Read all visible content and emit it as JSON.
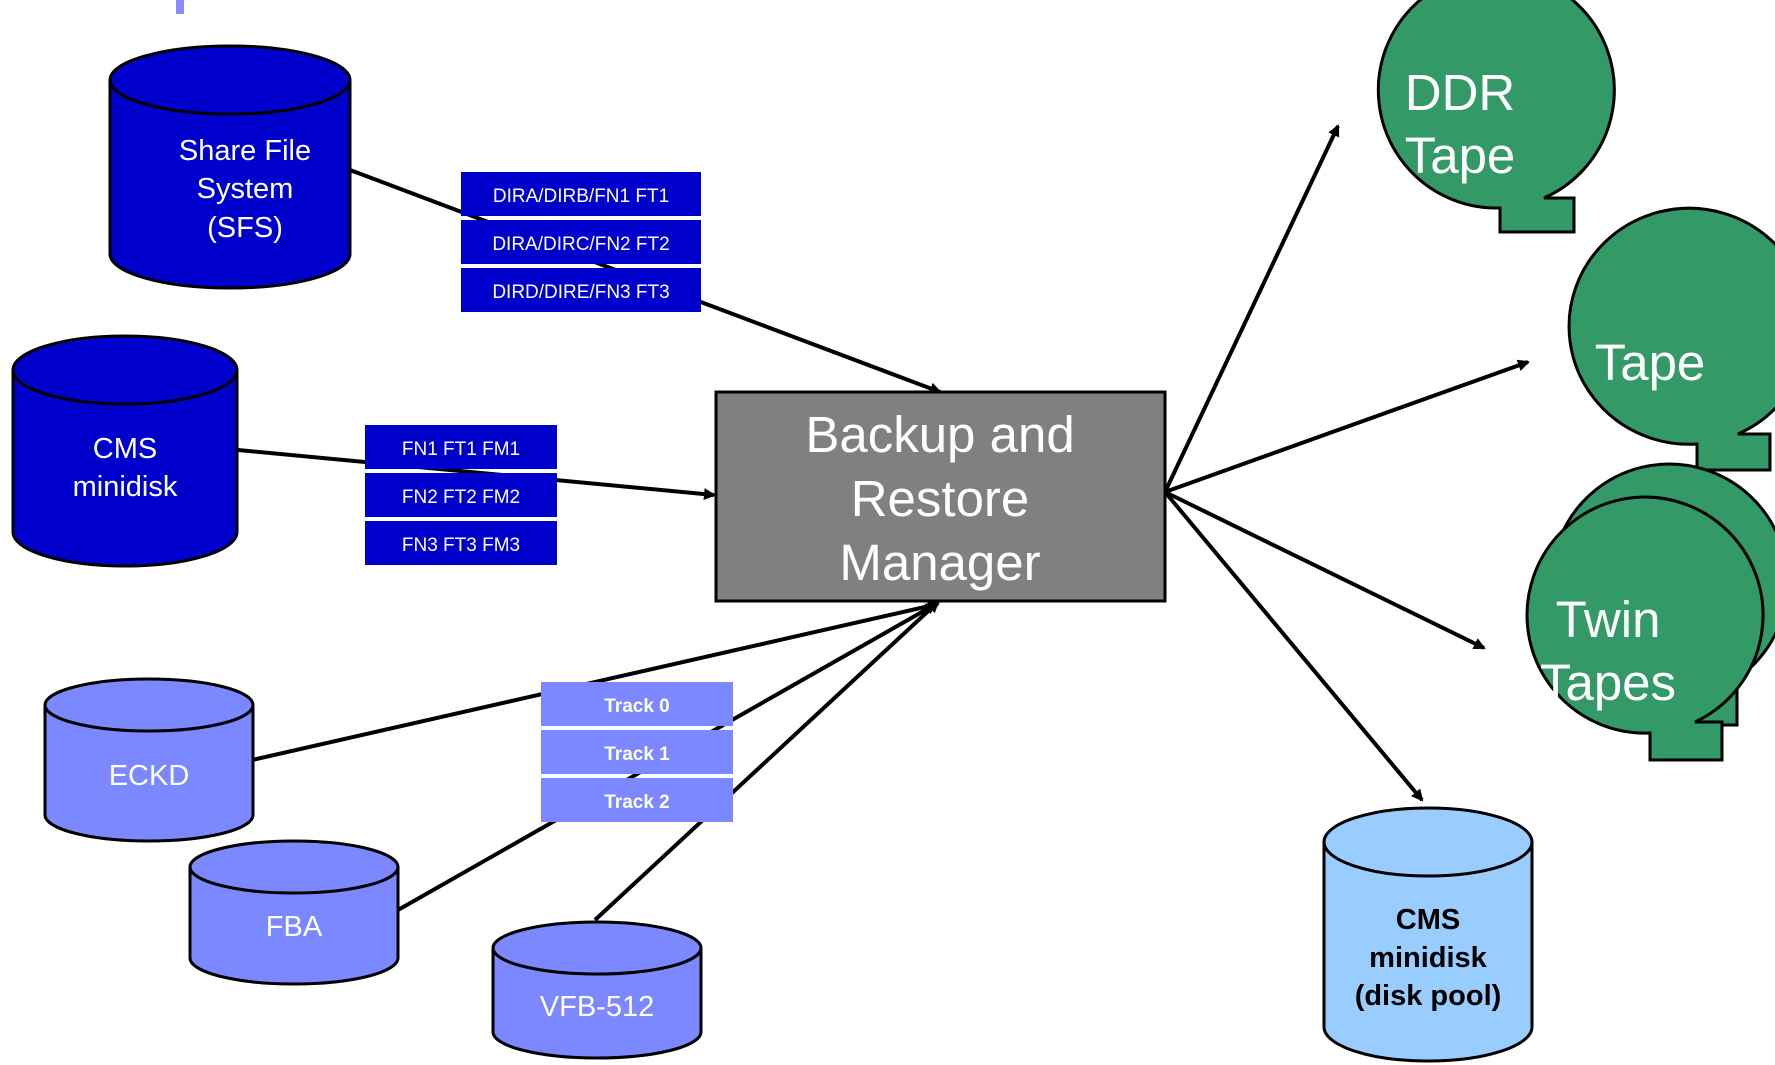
{
  "sources": {
    "sfs": {
      "lines": [
        "Share File",
        "System",
        "(SFS)"
      ]
    },
    "cms": {
      "lines": [
        "CMS",
        "minidisk"
      ]
    },
    "eckd": {
      "label": "ECKD"
    },
    "fba": {
      "label": "FBA"
    },
    "vfb": {
      "label": "VFB-512"
    }
  },
  "sfs_files": [
    "DIRA/DIRB/FN1 FT1",
    "DIRA/DIRC/FN2 FT2",
    "DIRD/DIRE/FN3 FT3"
  ],
  "cms_files": [
    "FN1 FT1 FM1",
    "FN2 FT2 FM2",
    "FN3 FT3 FM3"
  ],
  "tracks": [
    "Track 0",
    "Track 1",
    "Track 2"
  ],
  "manager": {
    "lines": [
      "Backup and",
      "Restore",
      "Manager"
    ]
  },
  "destinations": {
    "ddr": {
      "lines": [
        "DDR",
        "Tape"
      ]
    },
    "tape": {
      "lines": [
        "Tape"
      ]
    },
    "twin": {
      "lines": [
        "Twin",
        "Tapes"
      ]
    },
    "pool": {
      "lines": [
        "CMS",
        "minidisk",
        "(disk pool)"
      ]
    }
  },
  "colors": {
    "dark_blue": "#0000cc",
    "light_blue": "#7b88ff",
    "pale_blue": "#99ccff",
    "green": "#339966",
    "gray": "#808080",
    "accent": "#8a8aff"
  }
}
